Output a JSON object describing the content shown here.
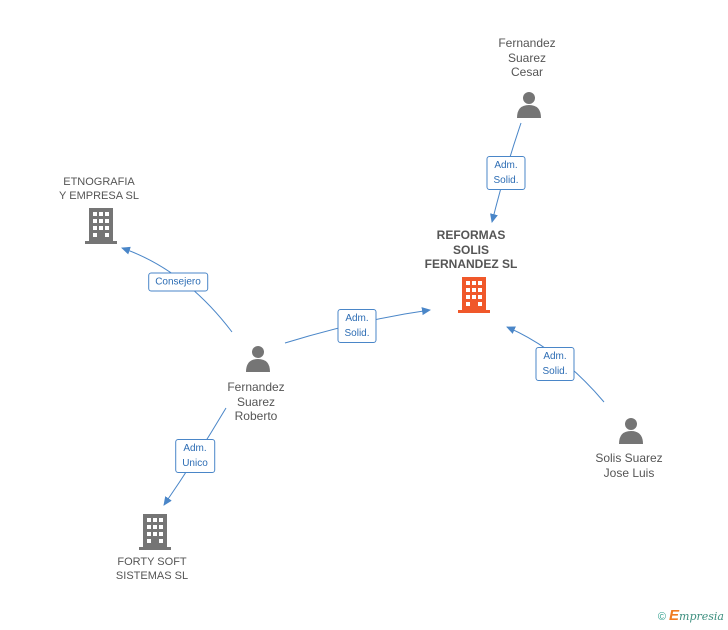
{
  "nodes": {
    "cesar": {
      "label": "Fernandez\nSuarez\nCesar",
      "icon": "person-icon"
    },
    "etnografia": {
      "label": "ETNOGRAFIA\nY EMPRESA SL",
      "icon": "building-icon"
    },
    "reformas": {
      "label": "REFORMAS\nSOLIS\nFERNANDEZ SL",
      "icon": "building-icon"
    },
    "roberto": {
      "label": "Fernandez\nSuarez\nRoberto",
      "icon": "person-icon"
    },
    "solis": {
      "label": "Solis Suarez\nJose Luis",
      "icon": "person-icon"
    },
    "forty": {
      "label": "FORTY SOFT\nSISTEMAS SL",
      "icon": "building-icon"
    }
  },
  "edges": {
    "cesar_reformas": "Adm.\nSolid.",
    "roberto_etnografia": "Consejero",
    "roberto_reformas": "Adm.\nSolid.",
    "solis_reformas": "Adm.\nSolid.",
    "roberto_forty": "Adm.\nUnico"
  },
  "colors": {
    "edge": "#4a86c8",
    "person": "#757575",
    "building": "#757575",
    "main_building": "#f0582a"
  },
  "footer": {
    "copyright": "©",
    "brand_e": "E",
    "brand_rest": "mpresia"
  }
}
